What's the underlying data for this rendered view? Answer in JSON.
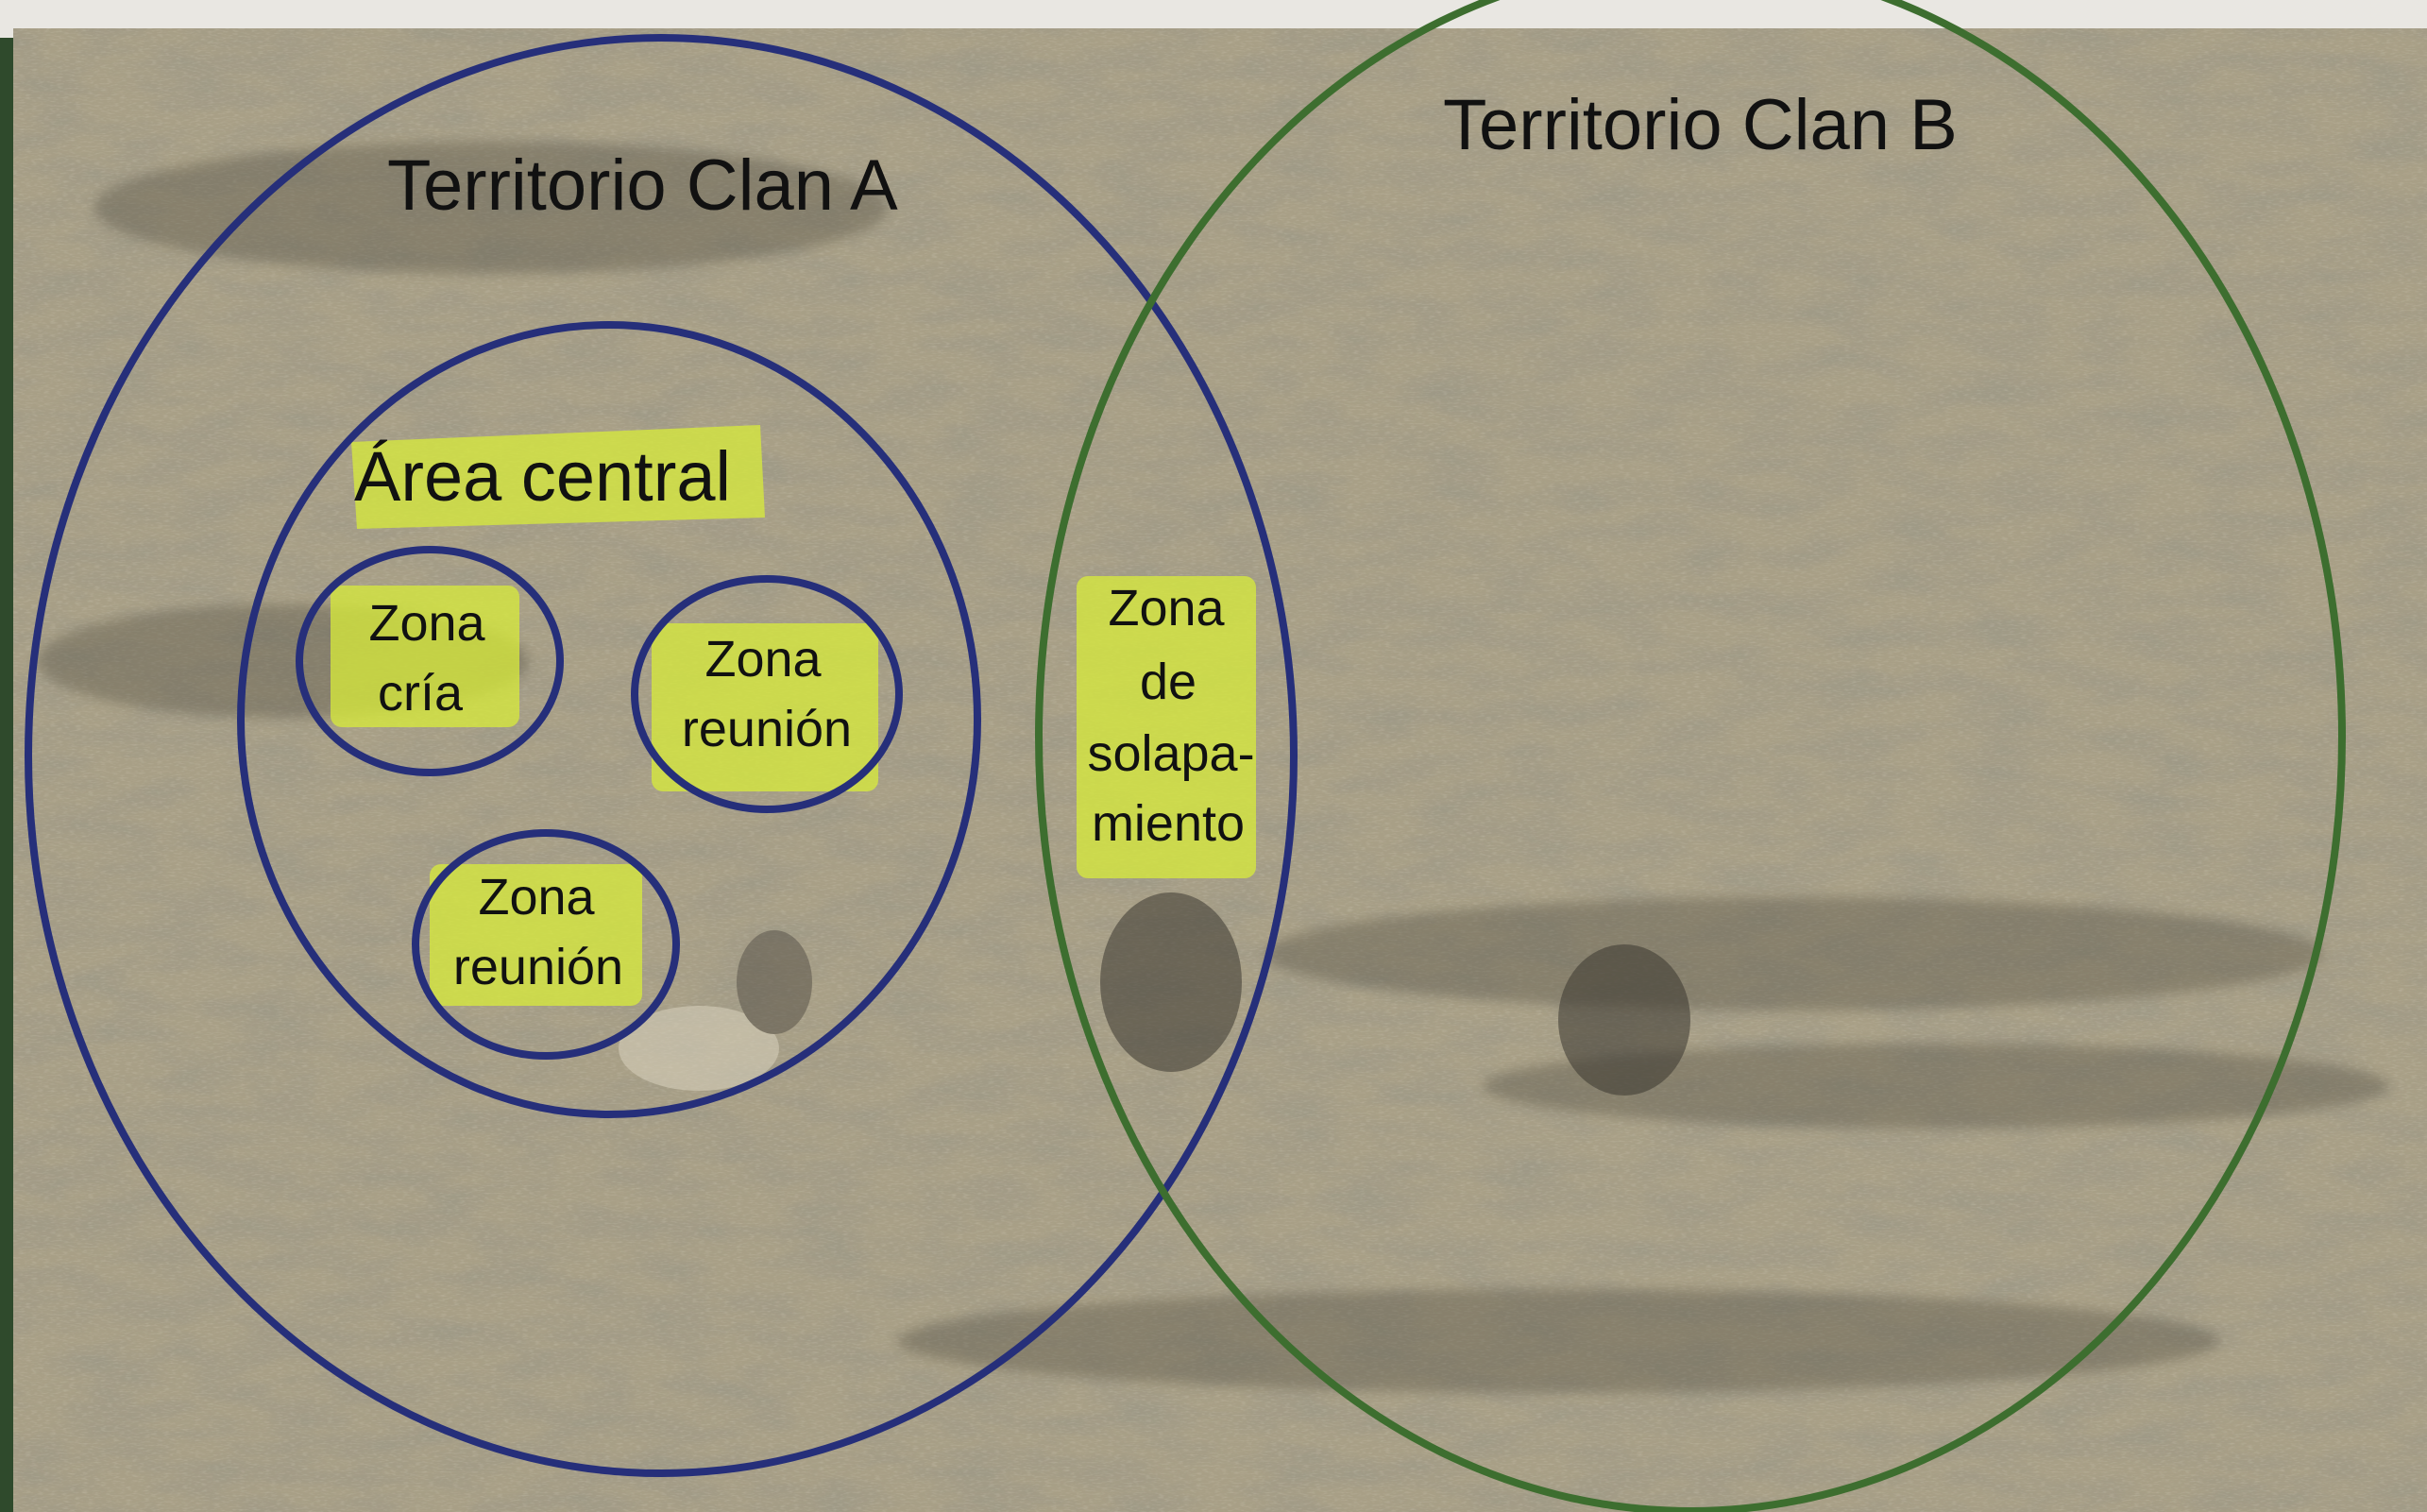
{
  "diagram": {
    "colors": {
      "clan_a": "#262f7a",
      "clan_b": "#3d6e2f",
      "highlight": "#d8ec3a",
      "background": "#a89f86",
      "frame": "#2f4a2c",
      "top_strip": "#e9e7e2"
    },
    "labels": {
      "territory_a": "Territorio Clan A",
      "territory_b": "Territorio Clan B",
      "core_area": "Área central",
      "breeding_zone_1": "Zona",
      "breeding_zone_2": "cría",
      "meeting_zone_a_1": "Zona",
      "meeting_zone_a_2": "reunión",
      "meeting_zone_b_1": "Zona",
      "meeting_zone_b_2": "reunión",
      "overlap_zone_1": "Zona",
      "overlap_zone_2": "de",
      "overlap_zone_3": "solapa-",
      "overlap_zone_4": "miento"
    }
  }
}
